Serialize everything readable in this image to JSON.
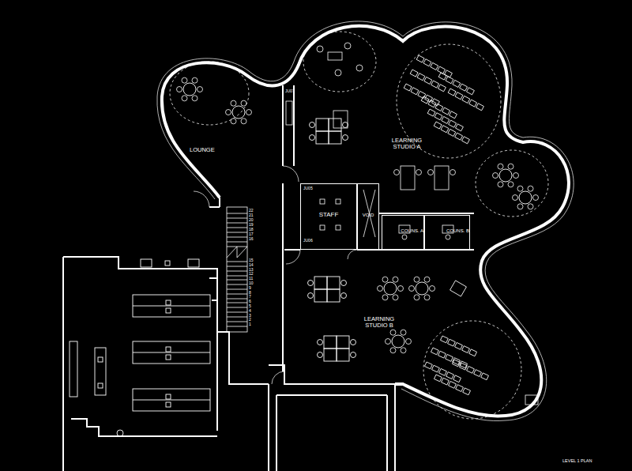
{
  "diagram": {
    "nodes": [
      {
        "text": [
          "STAFF"
        ]
      },
      {
        "text": [
          "VOID"
        ]
      },
      {
        "text": [
          "COUNS. A"
        ]
      },
      {
        "text": [
          "COUNS. B"
        ]
      }
    ],
    "labels": [
      "LOUNGE",
      "JU07",
      "LEARNING STUDIO A",
      "JU05",
      "JU06",
      "22",
      "21",
      "20",
      "19",
      "18",
      "17",
      "16",
      "15",
      "14",
      "13",
      "12",
      "11",
      "10",
      "9",
      "8",
      "7",
      "6",
      "5",
      "4",
      "3",
      "2",
      "1",
      "LEARNING STUDIO B",
      "LEVEL 1 PLAN"
    ]
  }
}
